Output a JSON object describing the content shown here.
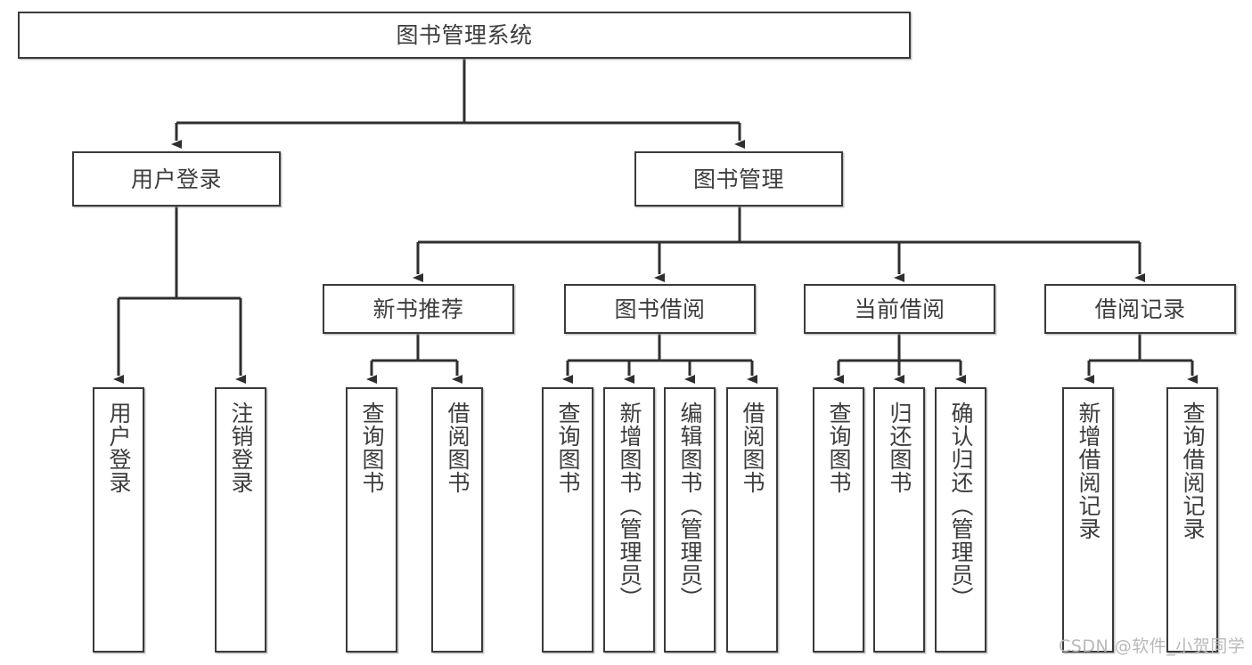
{
  "diagram": {
    "title": "图书管理系统",
    "type": "hierarchy-tree",
    "orientation": "top-down",
    "edge_style": "orthogonal-elbow-with-arrowheads",
    "colors": {
      "node_border": "#3a3a3a",
      "node_fill": "#ffffff",
      "text": "#3d3d3d",
      "edge": "#2f2f2f",
      "watermark": "#b9b9b9",
      "background": "#ffffff"
    }
  },
  "root": {
    "label": "图书管理系统"
  },
  "level2": [
    {
      "label": "用户登录"
    },
    {
      "label": "图书管理"
    }
  ],
  "level3": [
    {
      "label": "新书推荐"
    },
    {
      "label": "图书借阅"
    },
    {
      "label": "当前借阅"
    },
    {
      "label": "借阅记录"
    }
  ],
  "leaves": {
    "user_login": [
      {
        "label": "用户登录"
      },
      {
        "label": "注销登录"
      }
    ],
    "new_book_recommend": [
      {
        "label": "查询图书"
      },
      {
        "label": "借阅图书"
      }
    ],
    "book_borrow": [
      {
        "label": "查询图书"
      },
      {
        "label": "新增图书（管理员）"
      },
      {
        "label": "编辑图书（管理员）"
      },
      {
        "label": "借阅图书"
      }
    ],
    "current_borrow": [
      {
        "label": "查询图书"
      },
      {
        "label": "归还图书"
      },
      {
        "label": "确认归还（管理员）"
      }
    ],
    "borrow_record": [
      {
        "label": "新增借阅记录"
      },
      {
        "label": "查询借阅记录"
      }
    ]
  },
  "watermark": {
    "text": "CSDN @软件_小贺同学"
  }
}
